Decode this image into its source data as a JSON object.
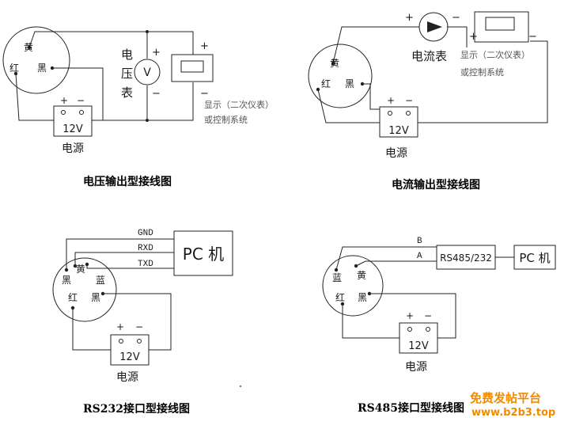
{
  "diagrams": {
    "voltage": {
      "title": "电压输出型接线图",
      "yellow": "黄",
      "red": "红",
      "black": "黑",
      "meter_v": "V",
      "meter_label": [
        "电",
        "压",
        "表"
      ],
      "plus": "+",
      "minus": "−",
      "display_line1": "显示（二次仪表）",
      "display_line2": "或控制系统",
      "psu_plus": "+",
      "psu_minus": "−",
      "psu_voltage": "12V",
      "psu_label": "电源"
    },
    "current": {
      "title": "电流输出型接线图",
      "yellow": "黄",
      "red": "红",
      "black": "黑",
      "meter_label": "电流表",
      "plus": "+",
      "minus": "−",
      "display_line1": "显示（二次仪表）",
      "display_line2": "或控制系统",
      "psu_plus": "+",
      "psu_minus": "−",
      "psu_voltage": "12V",
      "psu_label": "电源"
    },
    "rs232": {
      "title": "RS232接口型接线图",
      "yellow": "黄",
      "black_left": "黑",
      "blue": "蓝",
      "red": "红",
      "black": "黑",
      "gnd": "GND",
      "rxd": "RXD",
      "txd": "TXD",
      "pc": "PC 机",
      "psu_plus": "+",
      "psu_minus": "−",
      "psu_voltage": "12V",
      "psu_label": "电源"
    },
    "rs485": {
      "title": "RS485接口型接线图",
      "blue": "蓝",
      "yellow": "黄",
      "red": "红",
      "black": "黑",
      "line_b": "B",
      "line_a": "A",
      "converter": "RS485/232",
      "pc": "PC 机",
      "psu_plus": "+",
      "psu_minus": "−",
      "psu_voltage": "12V",
      "psu_label": "电源"
    }
  },
  "watermark": {
    "line1": "免费发帖平台",
    "line2": "www.b2b3.top"
  }
}
